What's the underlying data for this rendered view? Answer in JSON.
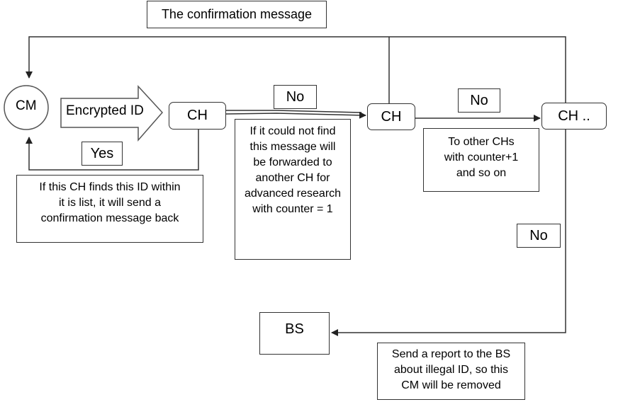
{
  "top_message": "The confirmation message",
  "nodes": {
    "cm": "CM",
    "ch1": "CH",
    "ch2": "CH",
    "ch3": "CH ..",
    "bs": "BS"
  },
  "arrow_label": "Encrypted ID",
  "decisions": {
    "yes": "Yes",
    "no1": "No",
    "no2": "No",
    "no3": "No"
  },
  "notes": {
    "found": [
      "If this CH finds this ID within",
      "it is list, it will send a",
      "confirmation message back"
    ],
    "not_found": [
      "If it could not find",
      "this message will",
      "be forwarded to",
      "another CH for",
      "advanced research",
      "with counter = 1"
    ],
    "other_chs": [
      "To other CHs",
      "with counter+1",
      "and so on"
    ],
    "report": [
      "Send a report to the BS",
      "about illegal ID, so this",
      "CM will be removed"
    ]
  }
}
